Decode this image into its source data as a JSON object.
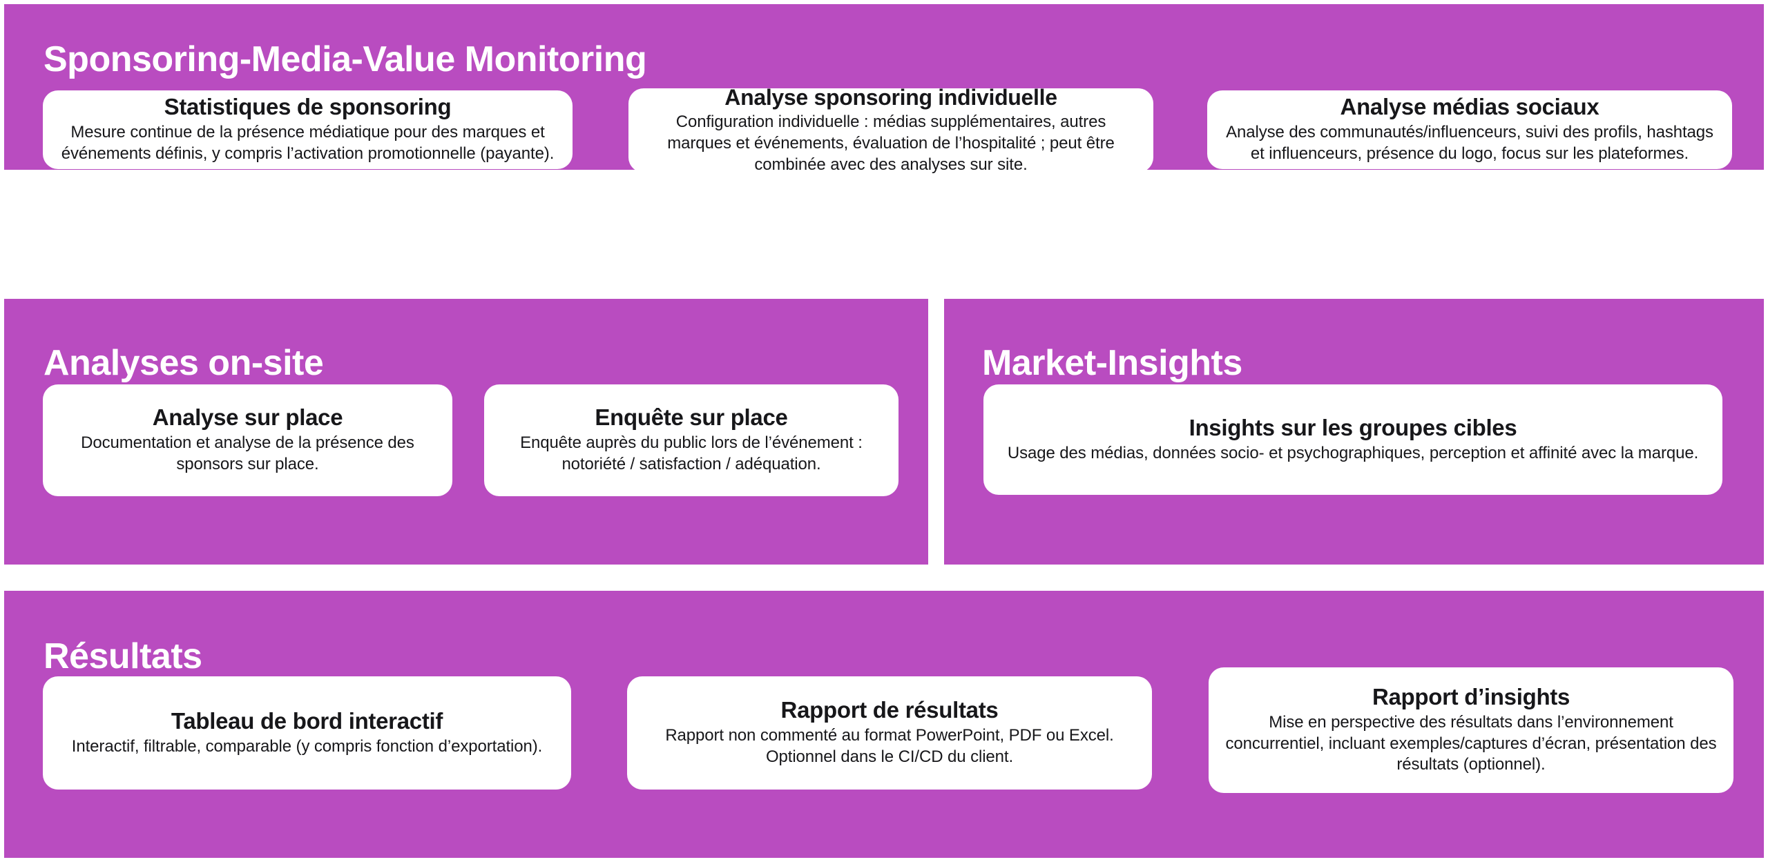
{
  "theme": {
    "brand_purple": "#b94cc0",
    "card_background": "#ffffff",
    "text_color": "#17171a",
    "title_color": "#ffffff",
    "page_background": "#ffffff"
  },
  "sections": [
    {
      "id": "sponsoring-media-value-monitoring",
      "title": "Sponsoring-Media-Value Monitoring",
      "cards": [
        {
          "id": "statistiques-de-sponsoring",
          "title": "Statistiques de sponsoring",
          "body": "Mesure continue de la présence médiatique pour des marques et événements définis, y compris l’activation promotionnelle (payante)."
        },
        {
          "id": "analyse-sponsoring-individuelle",
          "title": "Analyse sponsoring individuelle",
          "body": "Configuration individuelle : médias supplémentaires, autres marques et événements, évaluation de l’hospitalité ; peut être combinée avec des analyses sur site."
        },
        {
          "id": "analyse-medias-sociaux",
          "title": "Analyse médias sociaux",
          "body": "Analyse des communautés/influenceurs, suivi des profils, hashtags et influenceurs, présence du logo, focus sur les plateformes."
        }
      ]
    },
    {
      "id": "analyses-on-site",
      "title": "Analyses on-site",
      "cards": [
        {
          "id": "analyse-sur-place",
          "title": "Analyse sur place",
          "body": "Documentation et analyse de la présence des sponsors sur place."
        },
        {
          "id": "enquete-sur-place",
          "title": "Enquête sur place",
          "body": "Enquête auprès du public lors de l’événement : notoriété / satisfaction / adéquation."
        }
      ]
    },
    {
      "id": "market-insights",
      "title": "Market-Insights",
      "cards": [
        {
          "id": "insights-groupes-cibles",
          "title": "Insights sur les groupes cibles",
          "body": "Usage des médias, données socio- et psychographiques, perception et affinité avec la marque."
        }
      ]
    },
    {
      "id": "resultats",
      "title": "Résultats",
      "cards": [
        {
          "id": "tableau-de-bord-interactif",
          "title": "Tableau de bord interactif",
          "body": "Interactif, filtrable, comparable (y compris fonction d’exportation)."
        },
        {
          "id": "rapport-de-resultats",
          "title": "Rapport de résultats",
          "body": "Rapport non commenté au format PowerPoint, PDF ou Excel. Optionnel dans le CI/CD du client."
        },
        {
          "id": "rapport-d-insights",
          "title": "Rapport d’insights",
          "body": "Mise en perspective des résultats dans l’environnement concurrentiel, incluant exemples/captures d’écran, présentation des résultats (optionnel)."
        }
      ]
    }
  ]
}
